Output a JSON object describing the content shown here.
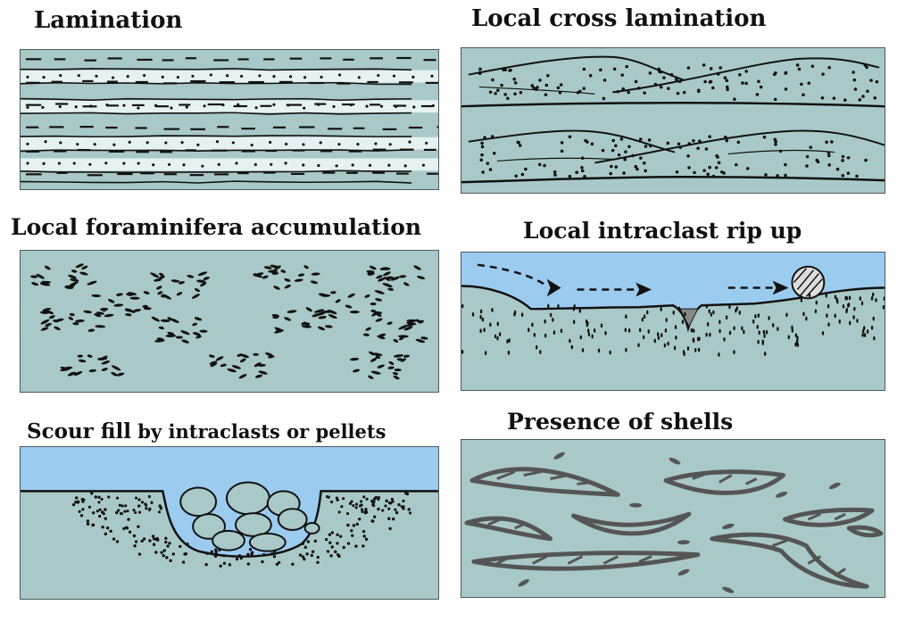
{
  "panels": [
    {
      "title": "Lamination"
    },
    {
      "title": "Local cross lamination"
    },
    {
      "title": "Local foraminifera accumulation"
    },
    {
      "title": "Local intraclast rip up"
    },
    {
      "title_bold": "Scour fill",
      "title_rest": " by intraclasts or pellets"
    },
    {
      "title": "Presence of  shells"
    }
  ],
  "colors": {
    "sediment": "#a9c9c8",
    "water": "#9ccbf0",
    "ink": "#111111",
    "shell_outline": "#555555",
    "lamina_light": "#e6f1f1"
  }
}
